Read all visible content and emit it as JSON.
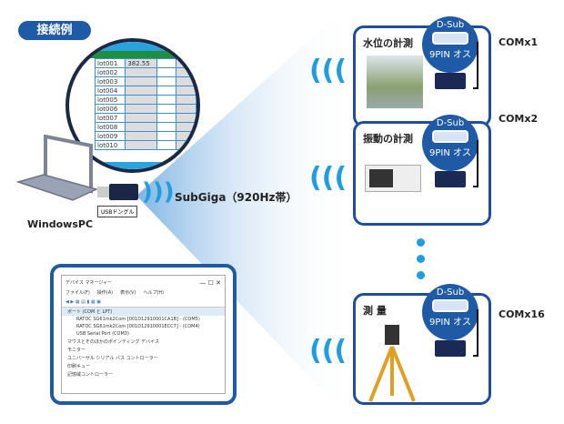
{
  "title": "接続例",
  "spreadsheet": {
    "rows": [
      "lot001",
      "lot002",
      "lot003",
      "lot004",
      "lot005",
      "lot006",
      "lot007",
      "lot008",
      "lot009",
      "lot010"
    ],
    "first_value": "382.55"
  },
  "pc_label": "WindowsPC",
  "dongle_label": "USBドングル",
  "wireless_label": "SubGiga（920Hz帯）",
  "device_manager": {
    "title": "デバイス マネージャー",
    "menu": [
      "ファイル(F)",
      "操作(A)",
      "表示(V)",
      "ヘルプ(H)"
    ],
    "tree": [
      "ポート (COM と LPT)",
      "RATOC SG61mk2Com [001D12910001CA1B] - (COM5)",
      "RATOC SG61mk2Com [001D12910001ECC7] - (COM4)",
      "USB Serial Port (COM3)",
      "マウスとそのほかのポインティング デバイス",
      "モニター",
      "ユニバーサル シリアル バス コントローラー",
      "印刷キュー",
      "記憶域コントローラー"
    ]
  },
  "devices": [
    {
      "name": "水位の計測",
      "com": "COMx1"
    },
    {
      "name": "振動の計測",
      "com": "COMx2"
    },
    {
      "name": "測 量",
      "com": "COMx16"
    }
  ],
  "connector": {
    "top": "D-Sub",
    "bottom": "9PIN オス"
  },
  "colors": {
    "brand": "#1f5aa6",
    "wave": "#1e9de0"
  }
}
